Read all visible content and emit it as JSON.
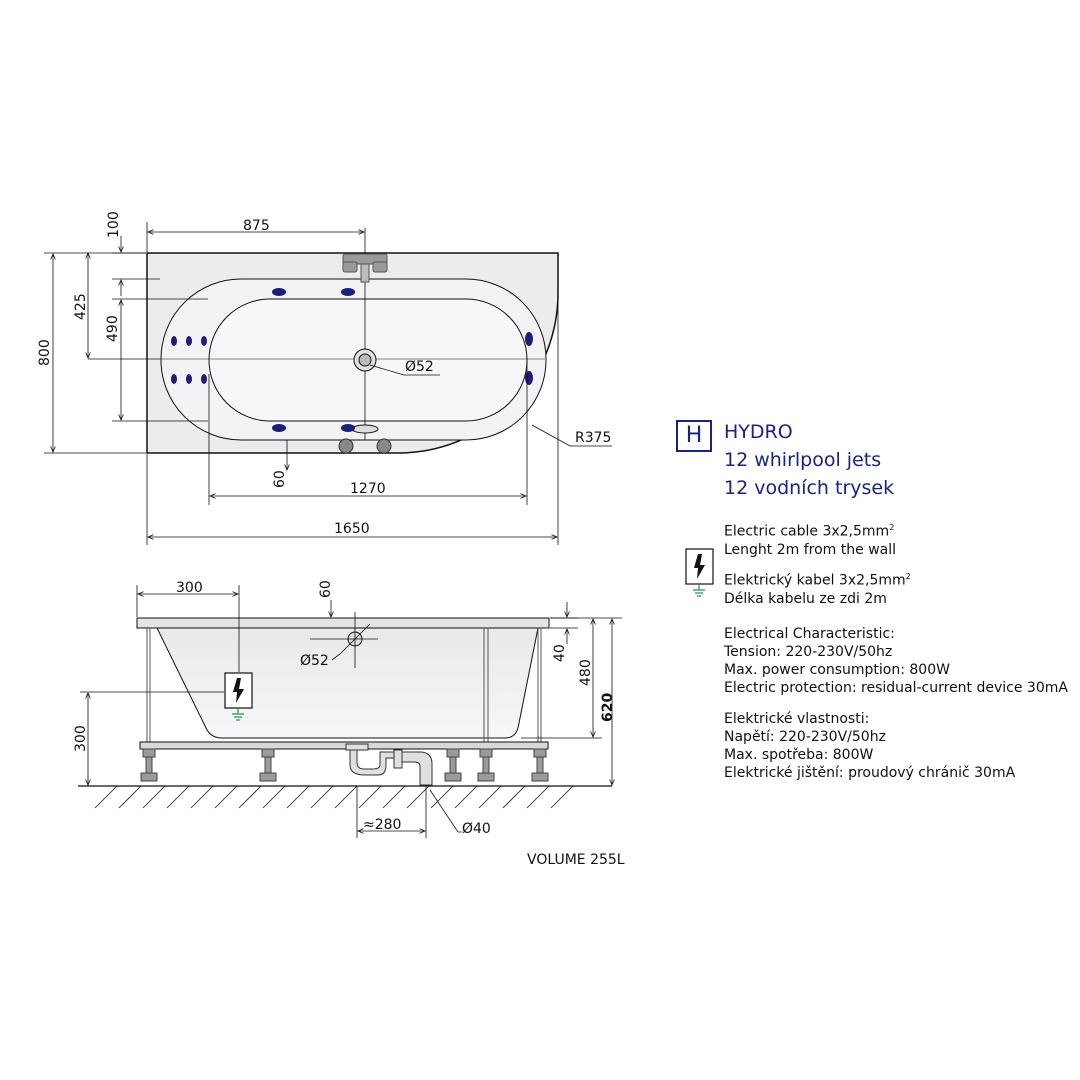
{
  "top_view": {
    "dims": {
      "d875": "875",
      "d100": "100",
      "d425": "425",
      "d490": "490",
      "d800": "800",
      "d52": "Ø52",
      "d375": "R375",
      "d60": "60",
      "d1270": "1270",
      "d1650": "1650"
    }
  },
  "side_view": {
    "dims": {
      "d300w": "300",
      "d60": "60",
      "d52": "Ø52",
      "d40": "40",
      "d480": "480",
      "d620": "620",
      "d300h": "300",
      "d280": "≈280",
      "d40pipe": "Ø40"
    }
  },
  "hydro": {
    "badge": "H",
    "title": "HYDRO",
    "line1": "12 whirlpool jets",
    "line2": "12 vodních trysek"
  },
  "electric": {
    "cable_en": "Electric cable 3x2,5mm",
    "cable_en_sup": "2",
    "length_en": "Lenght 2m from the wall",
    "cable_cz": "Elektrický kabel 3x2,5mm",
    "cable_cz_sup": "2",
    "length_cz": "Délka kabelu ze zdi 2m"
  },
  "characteristics_en": {
    "heading": "Electrical Characteristic:",
    "tension": "Tension: 220-230V/50hz",
    "power": "Max. power consumption: 800W",
    "protection": "Electric protection: residual-current device 30mA"
  },
  "characteristics_cz": {
    "heading": "Elektrické vlastnosti:",
    "tension": "Napětí: 220-230V/50hz",
    "power": "Max. spotřeba: 800W",
    "protection": "Elektrické jištění: proudový chránič 30mA"
  },
  "volume": "VOLUME 255L",
  "colors": {
    "jet": "#1e1e78",
    "hydro_blue": "#1a237e",
    "ground": "#2e9a4a"
  }
}
